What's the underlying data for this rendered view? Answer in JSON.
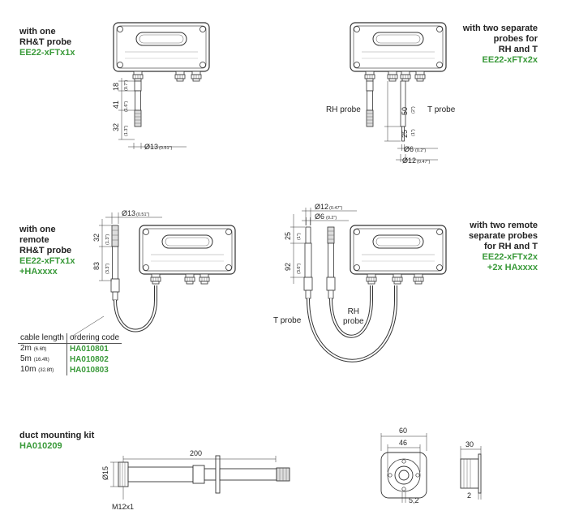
{
  "variant1": {
    "line1": "with one",
    "line2": "RH&T probe",
    "code": "EE22-xFTx1x"
  },
  "variant2": {
    "line1": "with two separate",
    "line2": "probes for",
    "line3": "RH and T",
    "code": "EE22-xFTx2x"
  },
  "variant3": {
    "line1": "with one",
    "line2": "remote",
    "line3": "RH&T probe",
    "code": "EE22-xFTx1x",
    "code2": "+HAxxxx"
  },
  "variant4": {
    "line1": "with two remote",
    "line2": "separate probes",
    "line3": "for RH and T",
    "code": "EE22-xFTx2x",
    "code2": "+2x HAxxxx"
  },
  "kit": {
    "title": "duct mounting kit",
    "code": "HA010209"
  },
  "probe_labels": {
    "rh_probe": "RH probe",
    "t_probe": "T probe",
    "t_probe_remote": "T probe",
    "rh_remote_1": "RH",
    "rh_remote_2": "probe"
  },
  "cable_table": {
    "col1": "cable length",
    "col2": "ordering code",
    "rows": [
      {
        "length": "2m",
        "imperial": "(6.6ft)",
        "code": "HA010801"
      },
      {
        "length": "5m",
        "imperial": "(16.4ft)",
        "code": "HA010802"
      },
      {
        "length": "10m",
        "imperial": "(32.8ft)",
        "code": "HA010803"
      }
    ]
  },
  "dims": {
    "d18": "18",
    "d18i": "(0.7\")",
    "d41": "41",
    "d41i": "(1.6\")",
    "d32": "32",
    "d32i": "(1.3\")",
    "d13": "13",
    "d13i": "(0.51\")",
    "d50": "50",
    "d50i": "(2\")",
    "d25": "25",
    "d25i": "(1\")",
    "d6": "6",
    "d6i": "(0.2\")",
    "d12": "12",
    "d12i": "(0.47\")",
    "d32b": "32",
    "d32bi": "(1.3\")",
    "d83": "83",
    "d83i": "(3.3\")",
    "d13b": "13",
    "d13bi": "(0.51\")",
    "d12b": "12",
    "d12bi": "(0.47\")",
    "d6b": "6",
    "d6bi": "(0.2\")",
    "d25b": "25",
    "d25bi": "(1\")",
    "d92": "92",
    "d92i": "(3.6\")",
    "d200": "200",
    "d15": "15",
    "m12": "M12x1",
    "d60": "60",
    "d46": "46",
    "d52": "5,2",
    "d30": "30",
    "d2": "2"
  },
  "colors": {
    "accent": "#3a9a3a",
    "line": "#333333"
  }
}
